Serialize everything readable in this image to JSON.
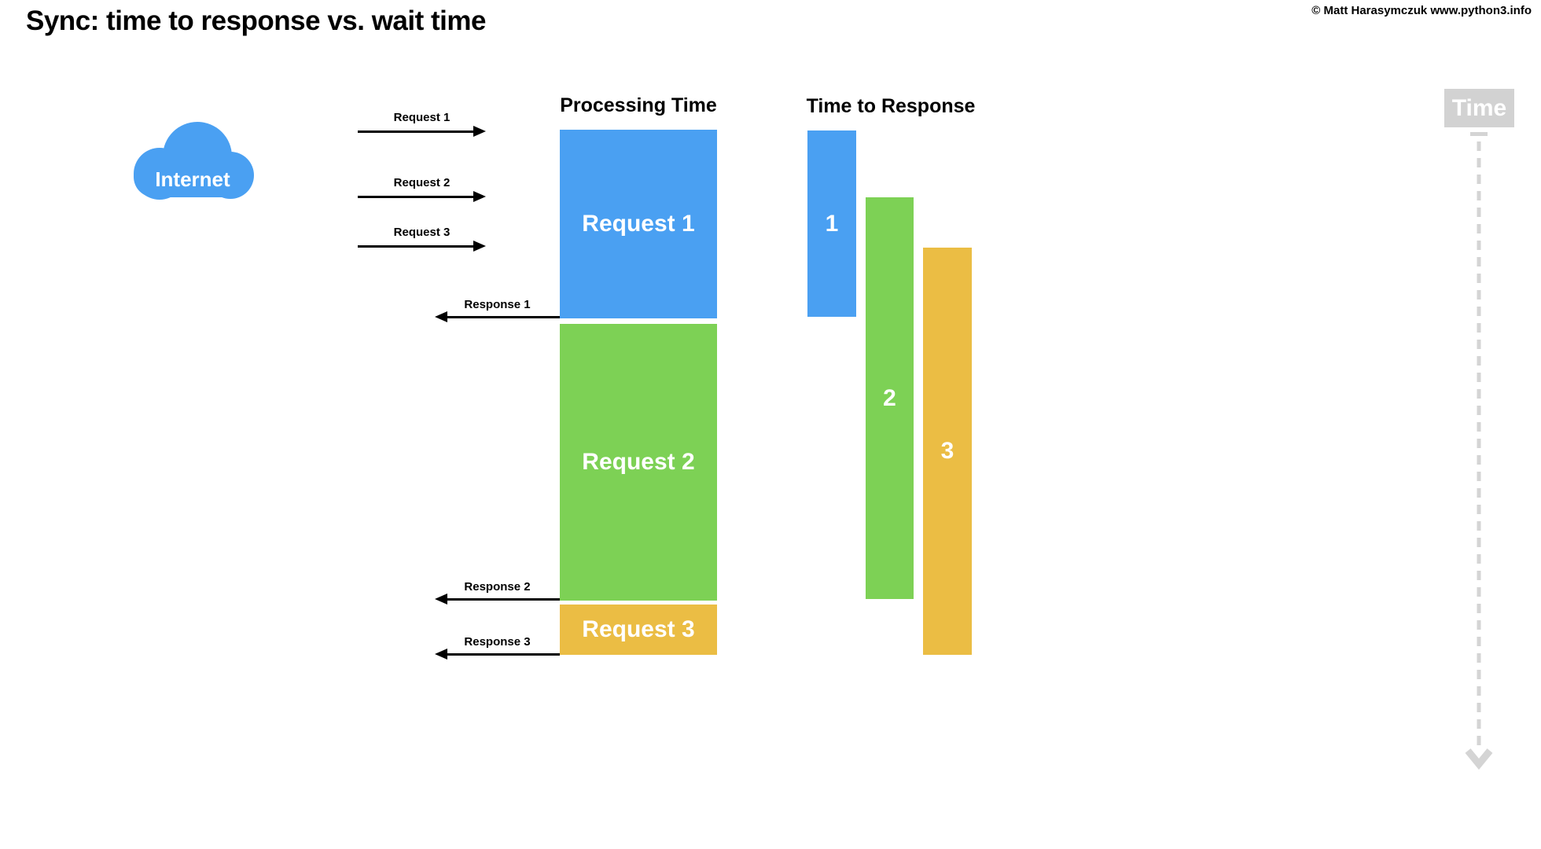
{
  "header": {
    "title": "Sync: time to response vs. wait time",
    "copyright": "© Matt Harasymczuk www.python3.info"
  },
  "cloud": {
    "label": "Internet"
  },
  "request_arrows": [
    {
      "label": "Request 1"
    },
    {
      "label": "Request 2"
    },
    {
      "label": "Request 3"
    }
  ],
  "response_arrows": [
    {
      "label": "Response 1"
    },
    {
      "label": "Response 2"
    },
    {
      "label": "Response 3"
    }
  ],
  "processing_column": {
    "header": "Processing Time",
    "bars": [
      {
        "label": "Request 1",
        "color": "#4AA0F2"
      },
      {
        "label": "Request 2",
        "color": "#7DD155"
      },
      {
        "label": "Request 3",
        "color": "#EBBD44"
      }
    ]
  },
  "time_to_response_column": {
    "header": "Time to Response",
    "bars": [
      {
        "label": "1",
        "color": "#4AA0F2"
      },
      {
        "label": "2",
        "color": "#7DD155"
      },
      {
        "label": "3",
        "color": "#EBBD44"
      }
    ]
  },
  "time_axis": {
    "label": "Time"
  },
  "colors": {
    "blue": "#4AA0F2",
    "green": "#7DD155",
    "orange": "#EBBD44",
    "gray_box": "#D2D2D2",
    "gray_arrow": "#D4D4D4",
    "black": "#000000",
    "white": "#FFFFFF"
  }
}
